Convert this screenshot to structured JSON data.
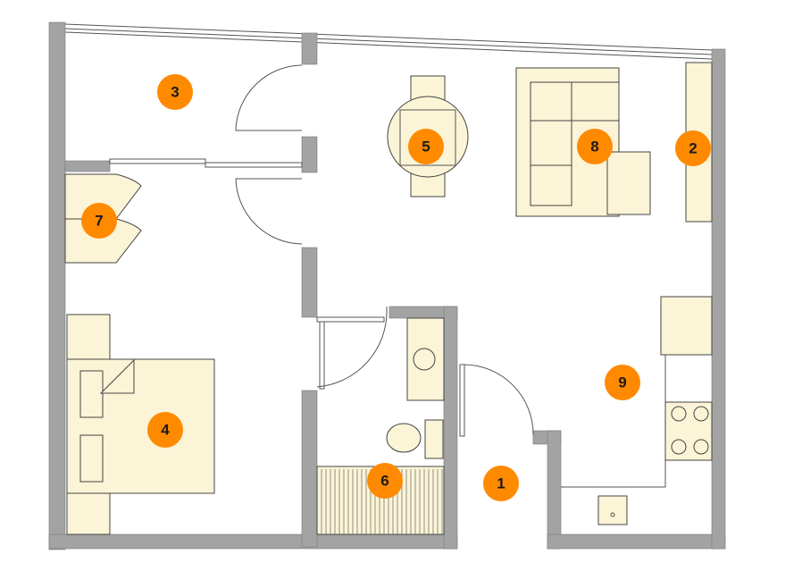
{
  "diagram": {
    "type": "floor-plan",
    "markers": [
      {
        "label": "1"
      },
      {
        "label": "2"
      },
      {
        "label": "3"
      },
      {
        "label": "4"
      },
      {
        "label": "5"
      },
      {
        "label": "6"
      },
      {
        "label": "7"
      },
      {
        "label": "8"
      },
      {
        "label": "9"
      }
    ]
  },
  "colors": {
    "marker": "#ff8a00",
    "wall": "#a3a3a3",
    "furniture": "#fbf4d6"
  }
}
